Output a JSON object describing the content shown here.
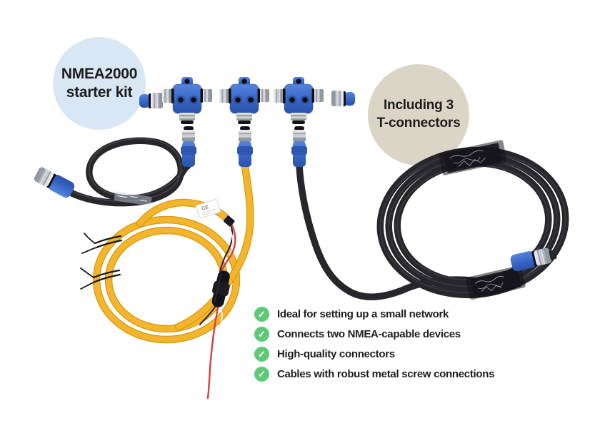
{
  "page": {
    "background": "#ffffff"
  },
  "badges": {
    "starter_kit": {
      "line1": "NMEA2000",
      "line2": "starter kit",
      "bg_color": "#d9e7f5",
      "text_color": "#1d1d1b"
    },
    "included": {
      "line1": "Including 3",
      "line2": "T-connectors",
      "bg_color": "#dbd5c8",
      "text_color": "#1d1d1b"
    }
  },
  "features": {
    "check_glyph": "✓",
    "check_color": "#5dc876",
    "items": [
      {
        "label": "Ideal for setting up a small network"
      },
      {
        "label": "Connects two NMEA-capable devices"
      },
      {
        "label": "High-quality connectors"
      },
      {
        "label": "Cables with robust metal screw connections"
      }
    ]
  },
  "product": {
    "ce_mark": "CE",
    "colors": {
      "connector_blue": "#3765c4",
      "cable_black": "#26262b",
      "power_cable_yellow": "#f3b52e",
      "power_wire_red": "#d4403d",
      "metal_silver": "#bfc4ca"
    }
  }
}
